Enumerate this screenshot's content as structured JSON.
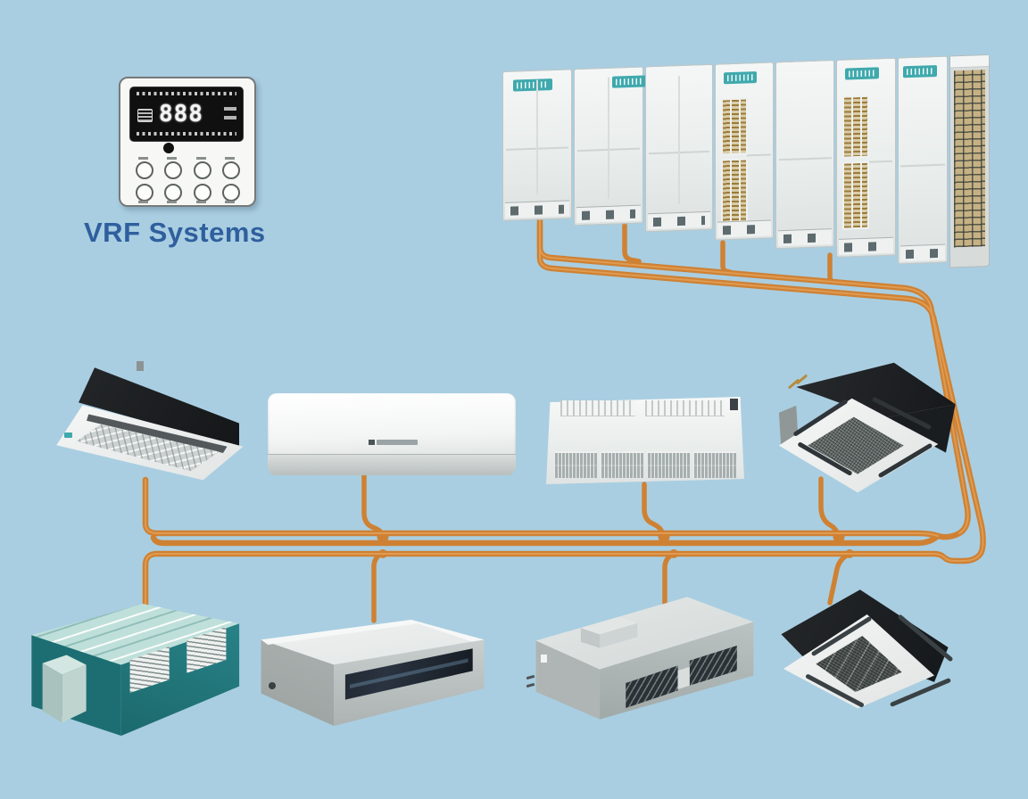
{
  "title": {
    "text": "VRF Systems"
  },
  "controller": {
    "display_value": "888"
  },
  "diagram": {
    "outdoor_module_count": 7,
    "indoor_unit_count": 8
  },
  "palette": {
    "bg": "#a9cee1",
    "pipe": "#cf8133",
    "pipe-hi": "#e2a057",
    "title-color": "#2f5f9e",
    "teal-label": "#3fa9ad",
    "gold": "#a8823c",
    "teal-dark": "#1d6e72",
    "teal-mid": "#2a878c",
    "teal-top": "#bfe0da",
    "lcd": "#101010"
  }
}
